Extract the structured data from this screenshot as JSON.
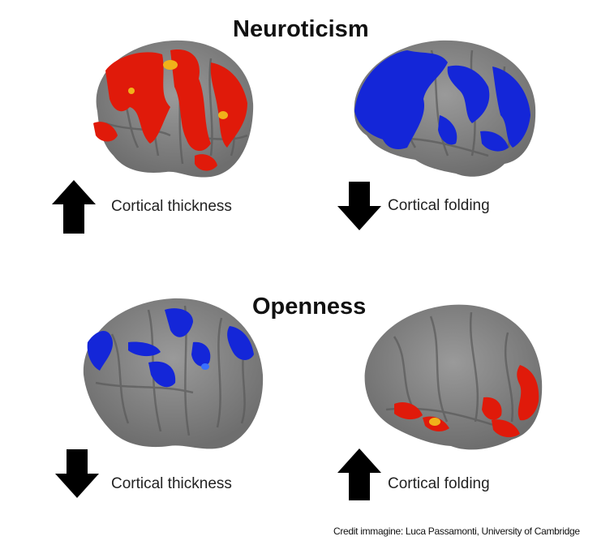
{
  "sections": [
    {
      "title": "Neuroticism",
      "left": {
        "arrow": "up-arrow-icon",
        "label": "Cortical thickness",
        "highlight": "#e01a0a"
      },
      "right": {
        "arrow": "down-arrow-icon",
        "label": "Cortical folding",
        "highlight": "#1426d8"
      }
    },
    {
      "title": "Openness",
      "left": {
        "arrow": "down-arrow-icon",
        "label": "Cortical thickness",
        "highlight": "#1426d8"
      },
      "right": {
        "arrow": "up-arrow-icon",
        "label": "Cortical folding",
        "highlight": "#e01a0a"
      }
    }
  ],
  "credit": "Credit immagine: Luca Passamonti, University of Cambridge",
  "colors": {
    "brain_gray": "#7d7d7d",
    "red": "#e01a0a",
    "blue": "#1426d8",
    "yellow": "#f0b21a"
  }
}
